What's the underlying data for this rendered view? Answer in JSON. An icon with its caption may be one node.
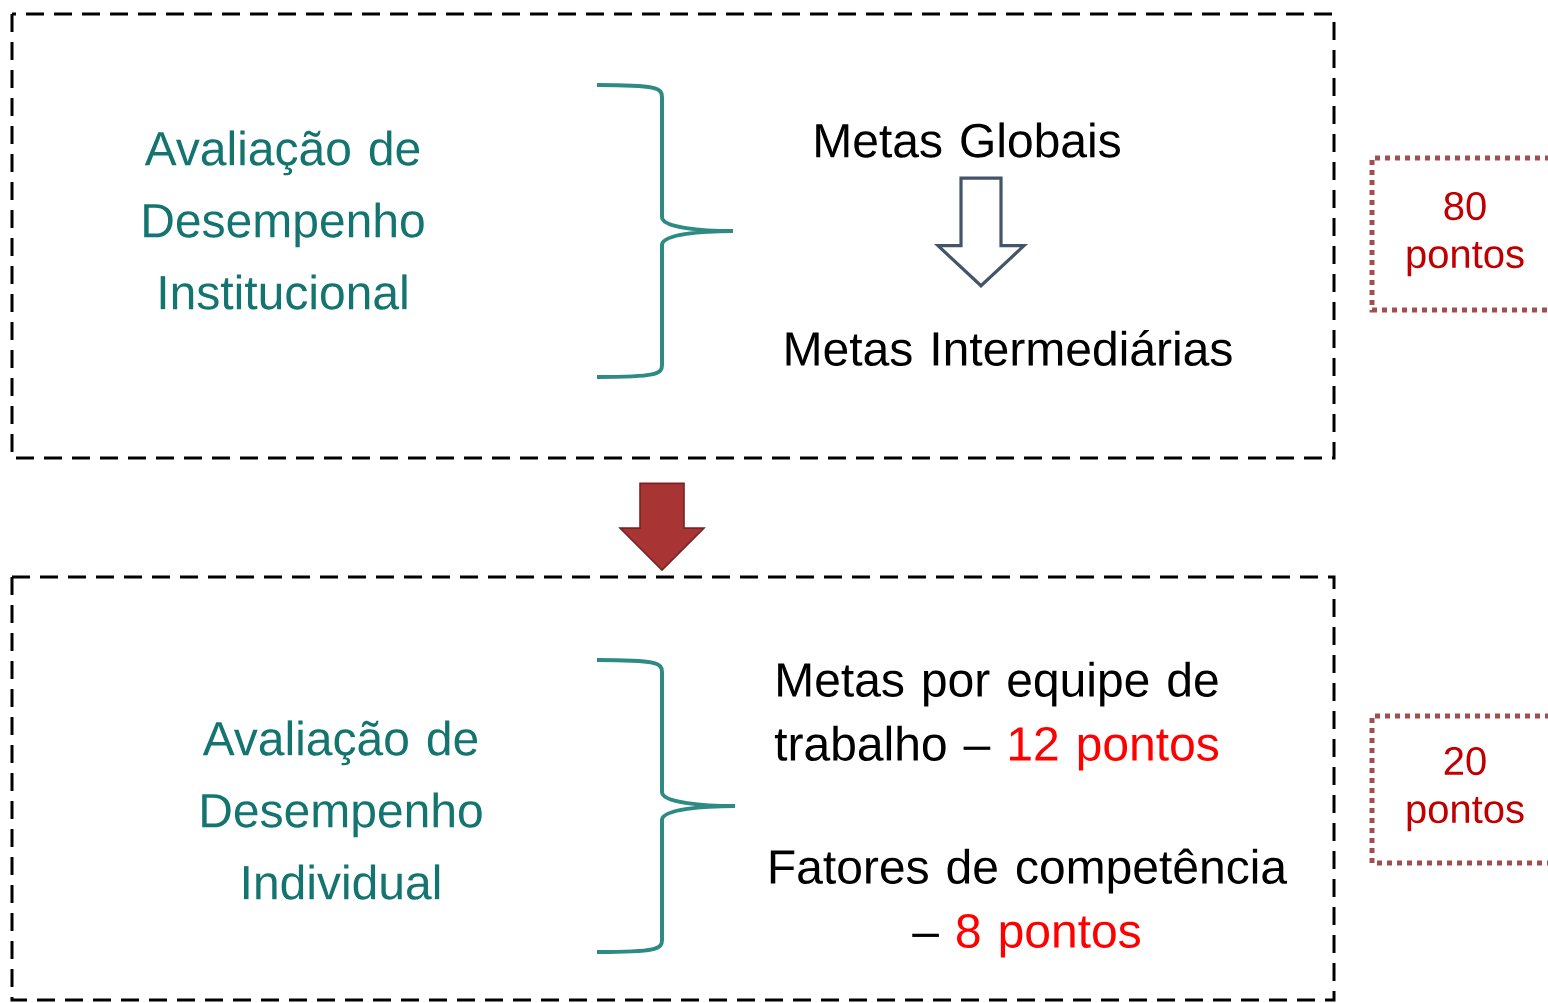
{
  "diagram": {
    "nodes": [
      {
        "text": [],
        "shape": "box"
      },
      {
        "text": [
          "Avaliação de Desempenho Institucional"
        ],
        "in": 0
      },
      {
        "text": [
          "Metas Globais"
        ],
        "in": 0
      },
      {
        "text": [
          "Metas Intermediárias"
        ],
        "in": 0
      },
      {
        "text": [
          "80 pontos"
        ]
      },
      {
        "text": [],
        "shape": "box"
      },
      {
        "text": [
          "Avaliação de Desempenho Individual"
        ],
        "in": 5
      },
      {
        "text": [
          "Metas por equipe de trabalho –",
          "12 pontos"
        ],
        "in": 5
      },
      {
        "text": [
          "Fatores de competência –",
          "8 pontos"
        ],
        "in": 5
      },
      {
        "text": [
          "20 pontos"
        ]
      }
    ],
    "edges": [
      {
        "from": 2,
        "to": 3,
        "arrow": "to",
        "color": "#44546a"
      },
      {
        "from": 0,
        "to": 5,
        "arrow": "to",
        "color": "#a83434"
      }
    ]
  }
}
